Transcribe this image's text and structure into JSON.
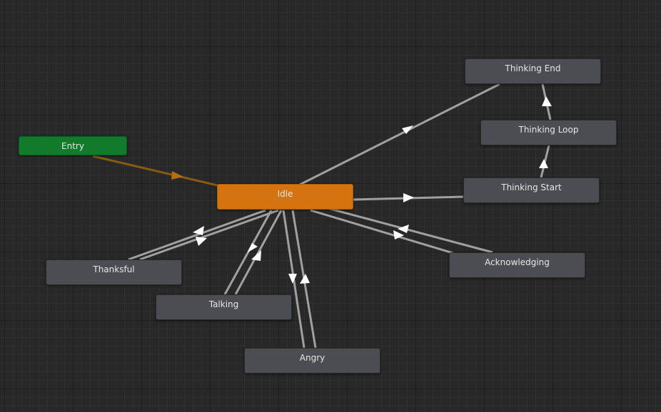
{
  "colors": {
    "background": "#282828",
    "state_node": "#4b4d52",
    "entry_node": "#127a2b",
    "default_state_node": "#d4730f",
    "transition": "#a0a0a0",
    "entry_transition": "#8a5a10"
  },
  "states": {
    "entry": "Entry",
    "idle": "Idle",
    "thinking_end": "Thinking End",
    "thinking_loop": "Thinking Loop",
    "thinking_start": "Thinking Start",
    "thanksful": "Thanksful",
    "talking": "Talking",
    "acknowledging": "Acknowledging",
    "angry": "Angry"
  },
  "transitions": [
    {
      "from": "Entry",
      "to": "Idle"
    },
    {
      "from": "Idle",
      "to": "Thinking End"
    },
    {
      "from": "Idle",
      "to": "Thinking Start"
    },
    {
      "from": "Thinking Start",
      "to": "Thinking Loop"
    },
    {
      "from": "Thinking Loop",
      "to": "Thinking End"
    },
    {
      "from": "Idle",
      "to": "Thanksful"
    },
    {
      "from": "Thanksful",
      "to": "Idle"
    },
    {
      "from": "Idle",
      "to": "Talking"
    },
    {
      "from": "Talking",
      "to": "Idle"
    },
    {
      "from": "Idle",
      "to": "Angry"
    },
    {
      "from": "Angry",
      "to": "Idle"
    },
    {
      "from": "Idle",
      "to": "Acknowledging"
    },
    {
      "from": "Acknowledging",
      "to": "Idle"
    }
  ]
}
